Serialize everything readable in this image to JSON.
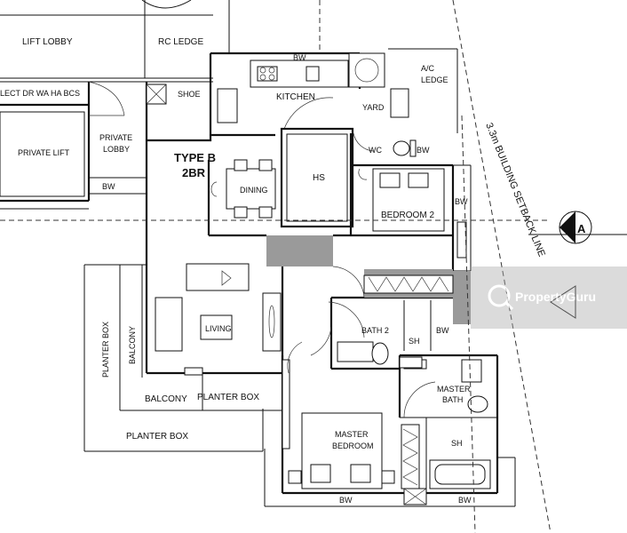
{
  "plan": {
    "unit_type_line1": "TYPE B",
    "unit_type_line2": "2BR",
    "rooms": {
      "lift_lobby": "LIFT LOBBY",
      "rc_ledge": "RC LEDGE",
      "private_lift": "PRIVATE LIFT",
      "private_lobby_1": "PRIVATE",
      "private_lobby_2": "LOBBY",
      "utilities": "LECT  DR  WA  HA  BCS",
      "shoe": "SHOE",
      "kitchen": "KITCHEN",
      "yard": "YARD",
      "ac_ledge_1": "A/C",
      "ac_ledge_2": "LEDGE",
      "wc": "WC",
      "hs": "HS",
      "dining": "DINING",
      "bedroom2": "BEDROOM 2",
      "living": "LIVING",
      "balcony_vertical": "BALCONY",
      "balcony": "BALCONY",
      "planter_box_left": "PLANTER BOX",
      "planter_box_mid": "PLANTER BOX",
      "planter_box_bottom": "PLANTER BOX",
      "bath2": "BATH 2",
      "master_bath_1": "MASTER",
      "master_bath_2": "BATH",
      "master_bedroom_1": "MASTER",
      "master_bedroom_2": "BEDROOM"
    },
    "bw": "BW",
    "sh": "SH",
    "setback_line": "3.3m BUILDING SETBACK LINE",
    "section_marker": "A"
  },
  "watermark": {
    "brand": "PropertyGuru"
  }
}
